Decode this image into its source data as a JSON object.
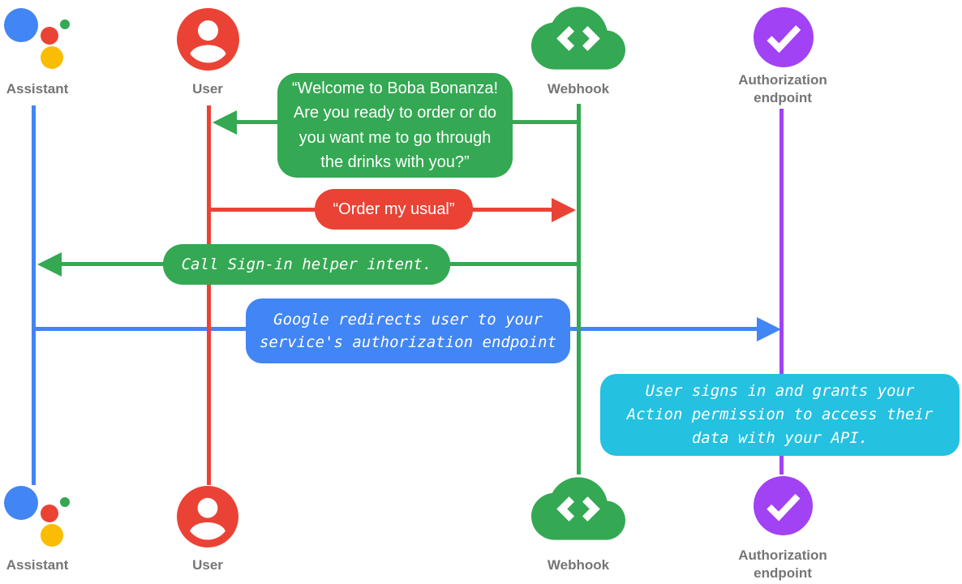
{
  "palette": {
    "blue": "#4285F4",
    "red": "#EA4335",
    "green": "#34A853",
    "yellow": "#FBBC04",
    "purple": "#A142F4",
    "cyan": "#24C1E0",
    "label_gray": "#757575",
    "bubble_text": "#FFFFFF"
  },
  "actors": {
    "assistant": {
      "label": "Assistant",
      "icon": "google-assistant-logo-icon"
    },
    "user": {
      "label": "User",
      "icon": "person-icon"
    },
    "webhook": {
      "label": "Webhook",
      "icon": "cloud-code-icon"
    },
    "auth": {
      "label_line1": "Authorization",
      "label_line2": "endpoint",
      "icon": "checkmark-circle-icon"
    }
  },
  "messages": {
    "welcome": {
      "from": "Webhook",
      "to": "User",
      "color": "#34A853",
      "lines": [
        "“Welcome to Boba Bonanza!",
        "Are you ready to order or do",
        "you want me to go through",
        "the drinks with you?”"
      ]
    },
    "order": {
      "from": "User",
      "to": "Webhook",
      "color": "#EA4335",
      "text": "“Order my usual”"
    },
    "signin": {
      "from": "Webhook",
      "to": "Assistant",
      "color": "#34A853",
      "text": "Call Sign-in helper intent."
    },
    "redirect": {
      "from": "Assistant",
      "to": "Authorization endpoint",
      "color": "#4285F4",
      "lines": [
        "Google redirects user to your",
        "service's authorization endpoint"
      ]
    },
    "grant": {
      "note_on": "Authorization endpoint",
      "color": "#24C1E0",
      "lines": [
        "User signs in and grants your",
        "Action permission to access their",
        "data with your API."
      ]
    }
  }
}
